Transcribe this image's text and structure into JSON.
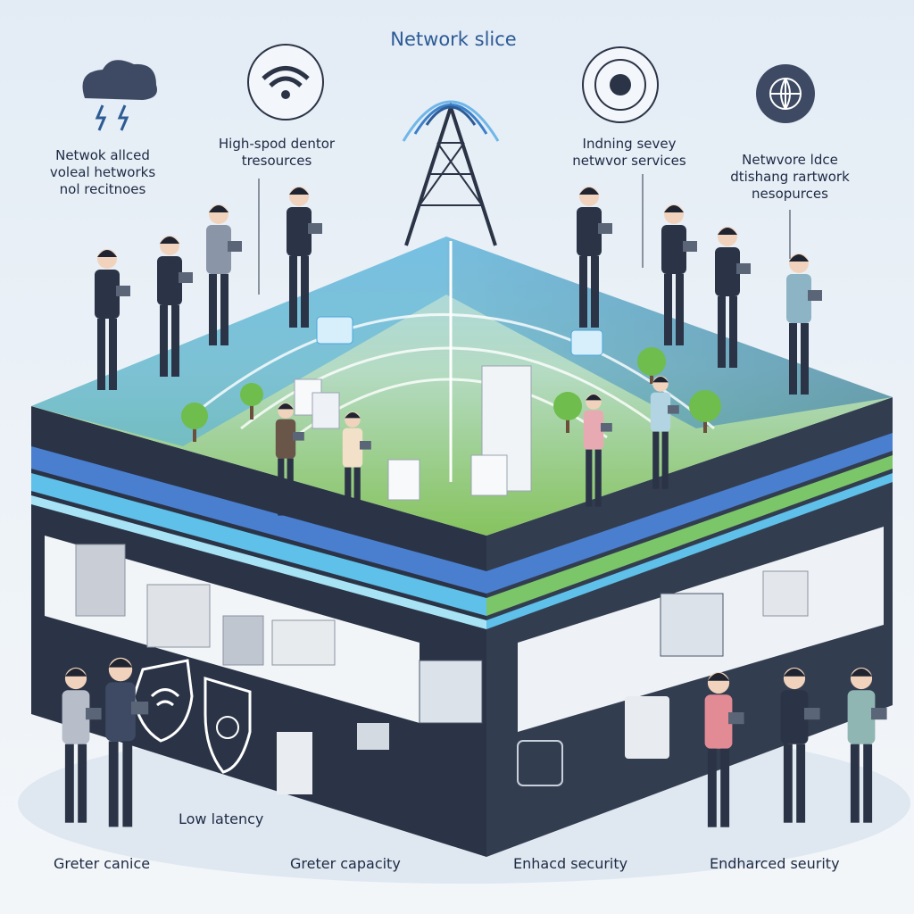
{
  "title": "Network slice",
  "top_labels": [
    {
      "lines": [
        "Netwok allced",
        "voleal hetworks",
        "nol recitnoes"
      ]
    },
    {
      "lines": [
        "High-spod dentor",
        "tresources"
      ]
    },
    {
      "lines": [
        "Indning sevey",
        "netwvor services"
      ]
    },
    {
      "lines": [
        "Netwvore ldce",
        "dtishang rartwork",
        "nesopurces"
      ]
    }
  ],
  "bottom_labels": {
    "low_latency": "Low latency",
    "greater_canice": "Greter canice",
    "greater_capacity": "Greter capacity",
    "enhanced_security_1": "Enhacd security",
    "enhanced_security_2": "Endharced seurity"
  },
  "icons": [
    "cloud-storm-icon",
    "wifi-icon",
    "cell-tower-icon",
    "network-hub-icon",
    "globe-icon",
    "shield-wifi-icon",
    "shield-globe-icon"
  ],
  "colors": {
    "title": "#2c5b96",
    "base": "#2b3446",
    "grass": "#8cc466",
    "stripe": "#4a7fd0",
    "accent": "#33b2e8"
  }
}
